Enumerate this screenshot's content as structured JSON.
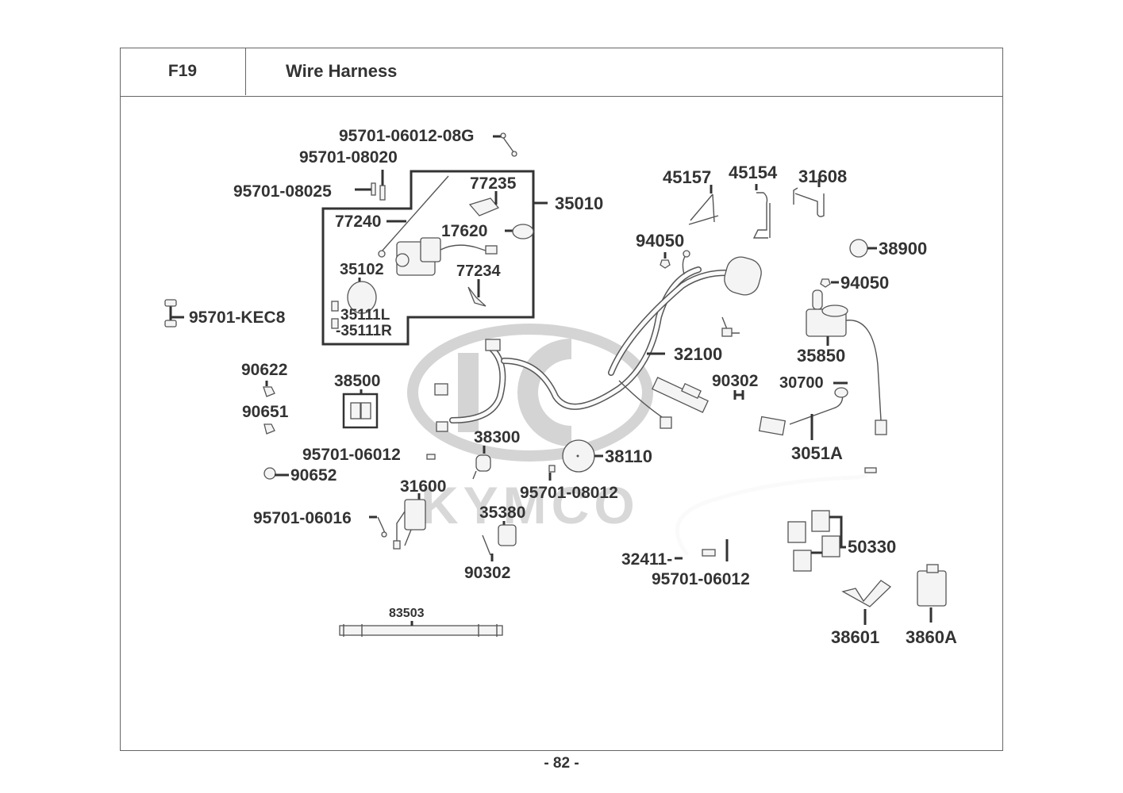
{
  "header": {
    "section_code": "F19",
    "title": "Wire Harness"
  },
  "watermark": "KYMCO",
  "footer": {
    "page_number": "- 82 -"
  },
  "parts": {
    "p95701_06012_08G": "95701-06012-08G",
    "p95701_08020": "95701-08020",
    "p95701_08025": "95701-08025",
    "p77235": "77235",
    "p35010": "35010",
    "p77240": "77240",
    "p17620": "17620",
    "p35102": "35102",
    "p77234": "77234",
    "p35111L": "35111L",
    "p35111R": "-35111R",
    "p95701_KEC8": "95701-KEC8",
    "p45157": "45157",
    "p45154": "45154",
    "p31608": "31608",
    "p94050a": "94050",
    "p38900": "38900",
    "p94050b": "94050",
    "p32100": "32100",
    "p35850": "35850",
    "p90302a": "90302",
    "p30700": "30700",
    "p3051A": "3051A",
    "p90622": "90622",
    "p38500": "38500",
    "p90651": "90651",
    "p95701_06012a": "95701-06012",
    "p38300": "38300",
    "p38110": "38110",
    "p90652": "90652",
    "p31600": "31600",
    "p95701_08012": "95701-08012",
    "p95701_06016": "95701-06016",
    "p35380": "35380",
    "p90302b": "90302",
    "p32411": "32411-",
    "p95701_06012b": "95701-06012",
    "p50330": "50330",
    "p83503": "83503",
    "p38601": "38601",
    "p3860A": "3860A"
  }
}
